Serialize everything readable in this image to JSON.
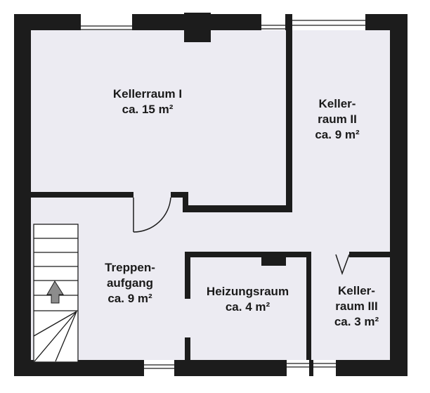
{
  "plan": {
    "colors": {
      "wall": "#1c1c1c",
      "floor": "#ecebf2",
      "background": "#ffffff",
      "stair_arrow": "#8c8c8c",
      "window_frame": "#ffffff"
    },
    "rooms": [
      {
        "id": "kellerraum-1",
        "name_lines": [
          "Kellerraum I"
        ],
        "area": "ca. 15 m²"
      },
      {
        "id": "kellerraum-2",
        "name_lines": [
          "Keller-",
          "raum II"
        ],
        "area": "ca. 9 m²"
      },
      {
        "id": "treppenaufgang",
        "name_lines": [
          "Treppen-",
          "aufgang"
        ],
        "area": "ca. 9 m²"
      },
      {
        "id": "heizungsraum",
        "name_lines": [
          "Heizungsraum"
        ],
        "area": "ca. 4 m²"
      },
      {
        "id": "kellerraum-3",
        "name_lines": [
          "Keller-",
          "raum III"
        ],
        "area": "ca. 3 m²"
      }
    ],
    "stairs": {
      "straight_steps": 6,
      "winder_steps": 4,
      "direction_icon": "up-arrow-icon"
    }
  }
}
